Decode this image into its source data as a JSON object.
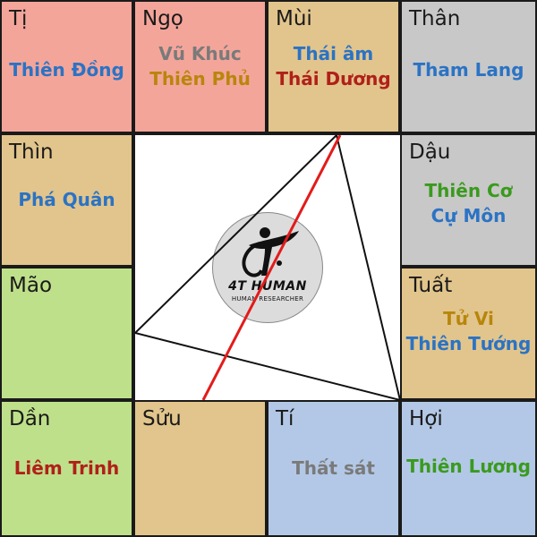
{
  "colors": {
    "pink": "#f4a59a",
    "tan": "#e2c58c",
    "gray": "#c8c8c8",
    "green": "#bfe08a",
    "blue": "#b3c8e6",
    "red_line": "#e31b1b",
    "star_blue": "#2b73c4",
    "star_red": "#b0201a",
    "star_gray": "#7a7a7a",
    "star_gold": "#b8860b",
    "star_green": "#3a9a1e"
  },
  "palaces": {
    "ti_top": {
      "name": "Tị",
      "stars": [
        "Thiên Đồng"
      ]
    },
    "ngo": {
      "name": "Ngọ",
      "stars": [
        "Vũ Khúc",
        "Thiên Phủ"
      ]
    },
    "mui": {
      "name": "Mùi",
      "stars": [
        "Thái âm",
        "Thái Dương"
      ]
    },
    "than": {
      "name": "Thân",
      "stars": [
        "Tham Lang"
      ]
    },
    "thin": {
      "name": "Thìn",
      "stars": [
        "Phá Quân"
      ]
    },
    "dau": {
      "name": "Dậu",
      "stars": [
        "Thiên Cơ",
        "Cự Môn"
      ]
    },
    "mao": {
      "name": "Mão",
      "stars": []
    },
    "tuat": {
      "name": "Tuất",
      "stars": [
        "Tử Vi",
        "Thiên Tướng"
      ]
    },
    "dan": {
      "name": "Dần",
      "stars": [
        "Liêm Trinh"
      ]
    },
    "suu": {
      "name": "Sửu",
      "stars": []
    },
    "ti_bottom": {
      "name": "Tí",
      "stars": [
        "Thất sát"
      ]
    },
    "hoi": {
      "name": "Hợi",
      "stars": [
        "Thiên Lương"
      ]
    }
  },
  "logo": {
    "brand": "4T HUMAN",
    "tagline": "HUMAN RESEARCHER"
  }
}
